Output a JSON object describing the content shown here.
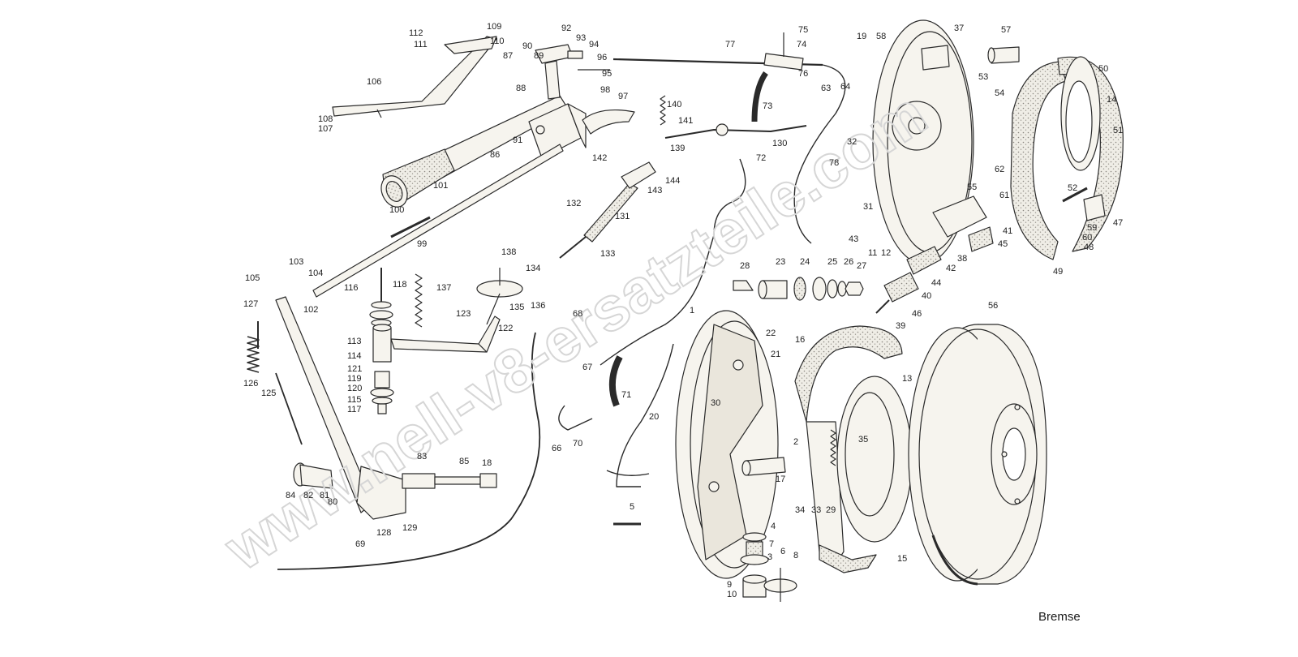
{
  "caption": "Bremse",
  "watermark": "www.nell-v8-ersatzteile.com",
  "colors": {
    "ink": "#2a2a2a",
    "part_fill": "#f6f4ee",
    "texture": "#8a8680",
    "watermark": "#d6d6d6"
  },
  "callouts": [
    "1",
    "2",
    "3",
    "4",
    "5",
    "6",
    "7",
    "8",
    "9",
    "10",
    "11",
    "12",
    "13",
    "14",
    "15",
    "16",
    "17",
    "18",
    "19",
    "20",
    "21",
    "22",
    "23",
    "24",
    "25",
    "26",
    "27",
    "28",
    "29",
    "30",
    "31",
    "32",
    "33",
    "34",
    "35",
    "37",
    "38",
    "39",
    "40",
    "41",
    "42",
    "43",
    "44",
    "45",
    "46",
    "47",
    "48",
    "49",
    "50",
    "51",
    "52",
    "53",
    "54",
    "55",
    "56",
    "57",
    "58",
    "59",
    "60",
    "61",
    "62",
    "63",
    "64",
    "66",
    "67",
    "68",
    "69",
    "70",
    "71",
    "72",
    "73",
    "74",
    "75",
    "76",
    "77",
    "78",
    "80",
    "81",
    "82",
    "83",
    "84",
    "85",
    "86",
    "87",
    "88",
    "89",
    "90",
    "91",
    "92",
    "93",
    "94",
    "95",
    "96",
    "97",
    "98",
    "99",
    "100",
    "101",
    "102",
    "103",
    "104",
    "105",
    "106",
    "107",
    "108",
    "109",
    "110",
    "111",
    "112",
    "113",
    "114",
    "115",
    "116",
    "117",
    "118",
    "119",
    "120",
    "121",
    "122",
    "123",
    "125",
    "126",
    "127",
    "128",
    "129",
    "130",
    "131",
    "132",
    "133",
    "134",
    "135",
    "136",
    "137",
    "138",
    "139",
    "140",
    "141",
    "142",
    "143",
    "144"
  ]
}
